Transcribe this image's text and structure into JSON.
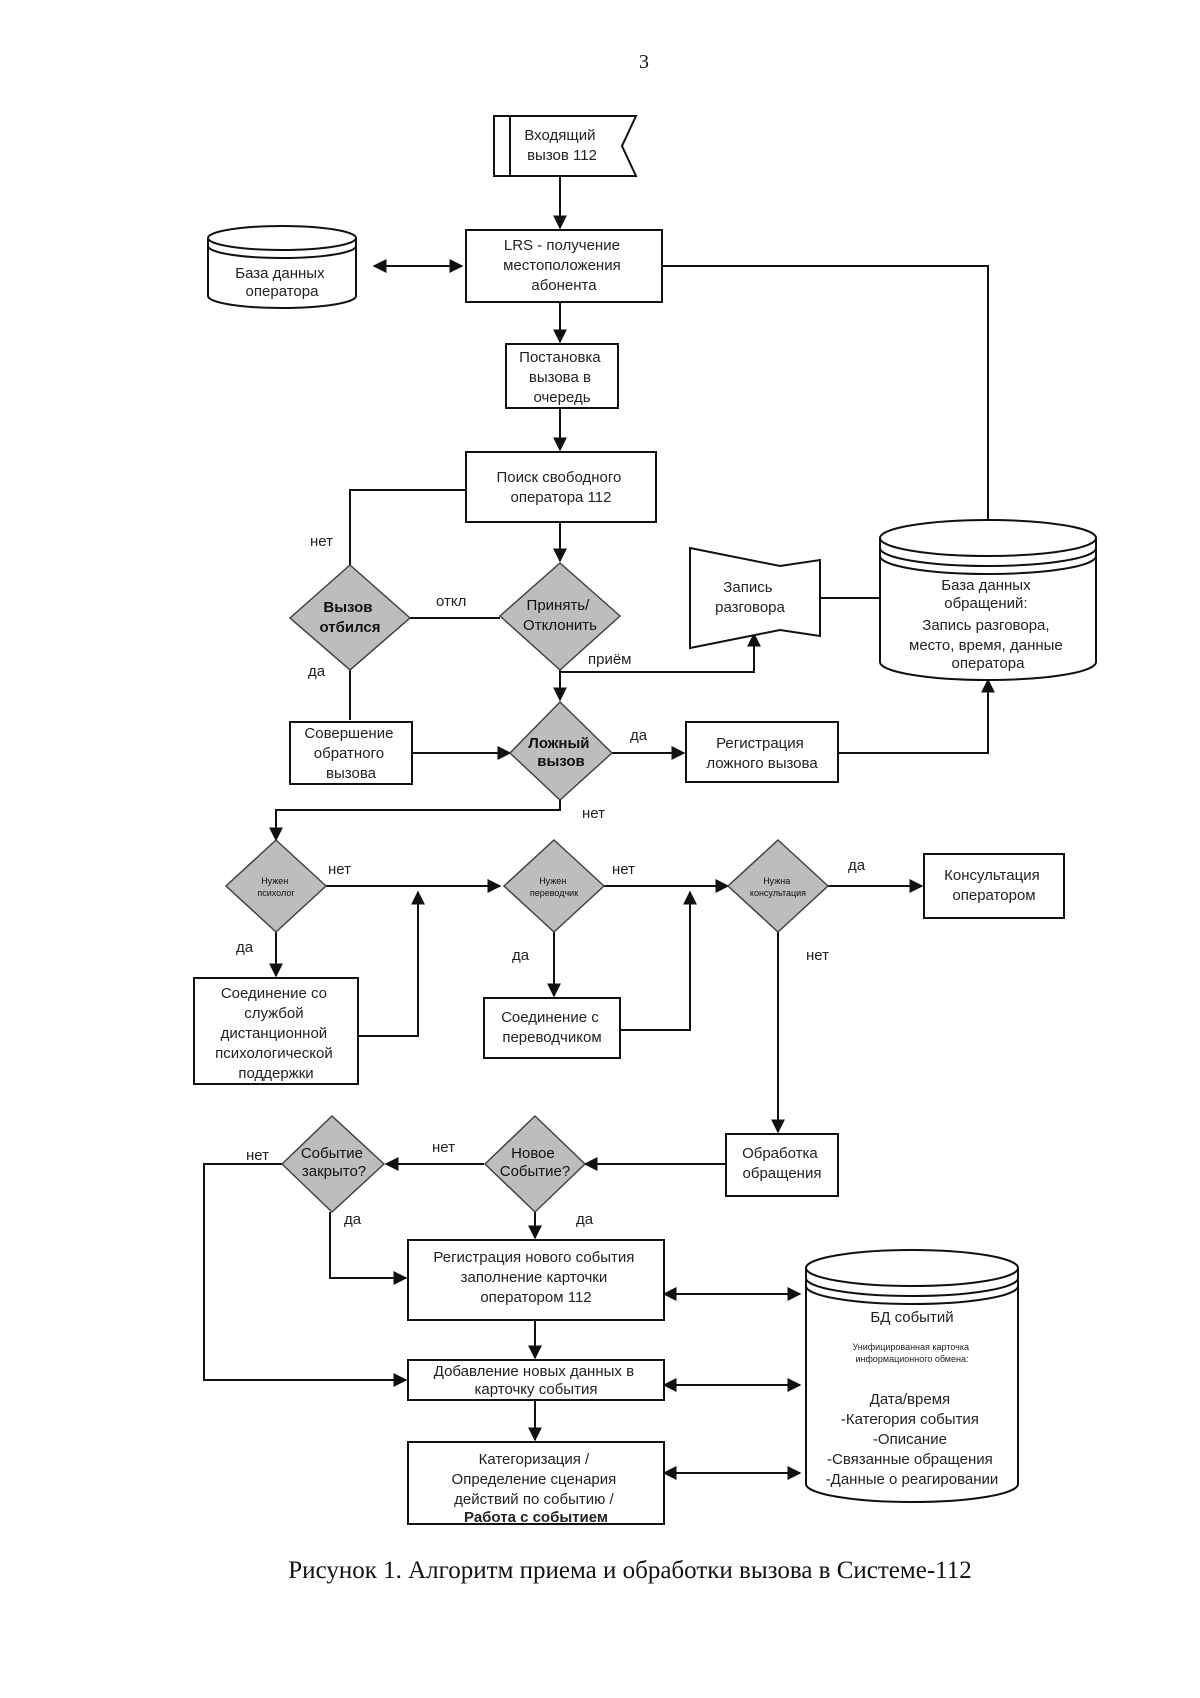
{
  "page_number": "3",
  "caption": "Рисунок 1. Алгоритм приема и обработки вызова в Системе-112",
  "nodes": {
    "incoming_call": [
      "Входящий",
      "вызов 112"
    ],
    "operator_db": [
      "База данных",
      "оператора"
    ],
    "lrs": [
      "LRS -  получение",
      "местоположения",
      "абонента"
    ],
    "queue": [
      "Постановка",
      "вызова в",
      "очередь"
    ],
    "find_operator": [
      "Поиск свободного",
      "оператора 112"
    ],
    "call_dropped": [
      "Вызов",
      "отбился"
    ],
    "accept_reject": [
      "Принять/",
      "Отклонить"
    ],
    "conversation_record": [
      "Запись",
      "разговора"
    ],
    "appeals_db": [
      "База данных",
      "обращений:",
      "Запись разговора,",
      "место, время, данные",
      "оператора"
    ],
    "callback": [
      "Совершение",
      "обратного",
      "вызова"
    ],
    "false_call": [
      "Ложный",
      "вызов"
    ],
    "false_call_reg": [
      "Регистрация",
      "ложного вызова"
    ],
    "need_psych": [
      "Нужен",
      "психолог"
    ],
    "need_translator": [
      "Нужен",
      "переводчик"
    ],
    "need_consult": [
      "Нужна",
      "консультация"
    ],
    "operator_consult": [
      "Консультация",
      "оператором"
    ],
    "psych_service": [
      "Соединение со",
      "службой",
      "дистанционной",
      "психологической",
      "поддержки"
    ],
    "translator_conn": [
      "Соединение с",
      "переводчиком"
    ],
    "processing": [
      "Обработка",
      "обращения"
    ],
    "event_closed": [
      "Событие",
      "закрыто?"
    ],
    "new_event": [
      "Новое",
      "Событие?"
    ],
    "new_event_reg": [
      "Регистрация нового события",
      "заполнение карточки",
      "оператором 112"
    ],
    "add_data": [
      "Добавление новых данных в",
      "карточку события"
    ],
    "categorization": [
      "Категоризация /",
      "Определение сценария",
      "действий по событию /",
      "Работа с событием"
    ],
    "events_db": [
      "БД событий",
      "Унифицированная карточка",
      "информационного обмена:",
      "Дата/время",
      "-Категория события",
      "-Описание",
      "-Связанные обращения",
      "-Данные о реагировании"
    ]
  },
  "edge_labels": {
    "no_dropped": "нет",
    "yes_dropped": "да",
    "reject": "откл",
    "accept": "приём",
    "yes_false": "да",
    "no_false": "нет",
    "no_psych": "нет",
    "yes_psych": "да",
    "no_translator": "нет",
    "yes_translator": "да",
    "yes_consult": "да",
    "no_consult": "нет",
    "no_new_event": "нет",
    "yes_new_event": "да",
    "no_event_closed": "нет",
    "yes_event_closed": "да"
  }
}
